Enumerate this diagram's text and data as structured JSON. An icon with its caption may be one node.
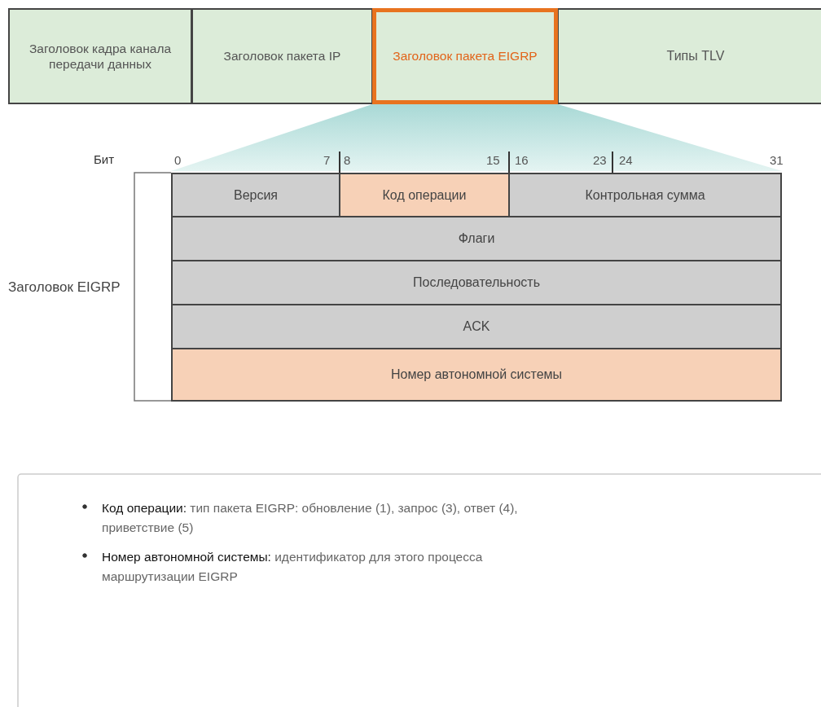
{
  "diagram": {
    "nodes": [
      {
        "text": [
          "Заголовок кадра канала передачи данных"
        ]
      },
      {
        "text": [
          "Заголовок пакета IP"
        ]
      },
      {
        "text": [
          "Заголовок пакета EIGRP"
        ]
      },
      {
        "text": [
          "Типы TLV"
        ]
      },
      {
        "text": [
          "Версия"
        ]
      },
      {
        "text": [
          "Код операции"
        ]
      },
      {
        "text": [
          "Контрольная сумма"
        ]
      },
      {
        "text": [
          "Флаги"
        ]
      },
      {
        "text": [
          "Последовательность"
        ]
      },
      {
        "text": [
          "ACK"
        ]
      },
      {
        "text": [
          "Номер автономной системы"
        ]
      }
    ],
    "labels": [
      "Бит",
      "0",
      "7",
      "8",
      "15",
      "16",
      "23",
      "24",
      "31",
      "Заголовок EIGRP",
      "**Код операции:** тип пакета EIGRP: обновление (1), запрос (3), ответ (4), приветствие (5)",
      "**Номер автономной системы:** идентификатор для этого процесса маршрутизации EIGRP"
    ]
  }
}
